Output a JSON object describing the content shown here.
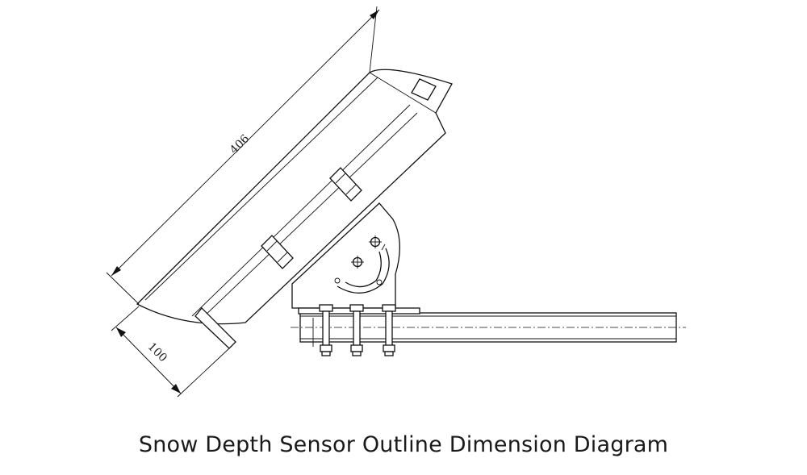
{
  "diagram": {
    "caption": "Snow Depth Sensor Outline Dimension Diagram",
    "dimensions": {
      "length_label": "406",
      "width_label": "100"
    },
    "line_color": "#111111",
    "background": "#ffffff"
  }
}
